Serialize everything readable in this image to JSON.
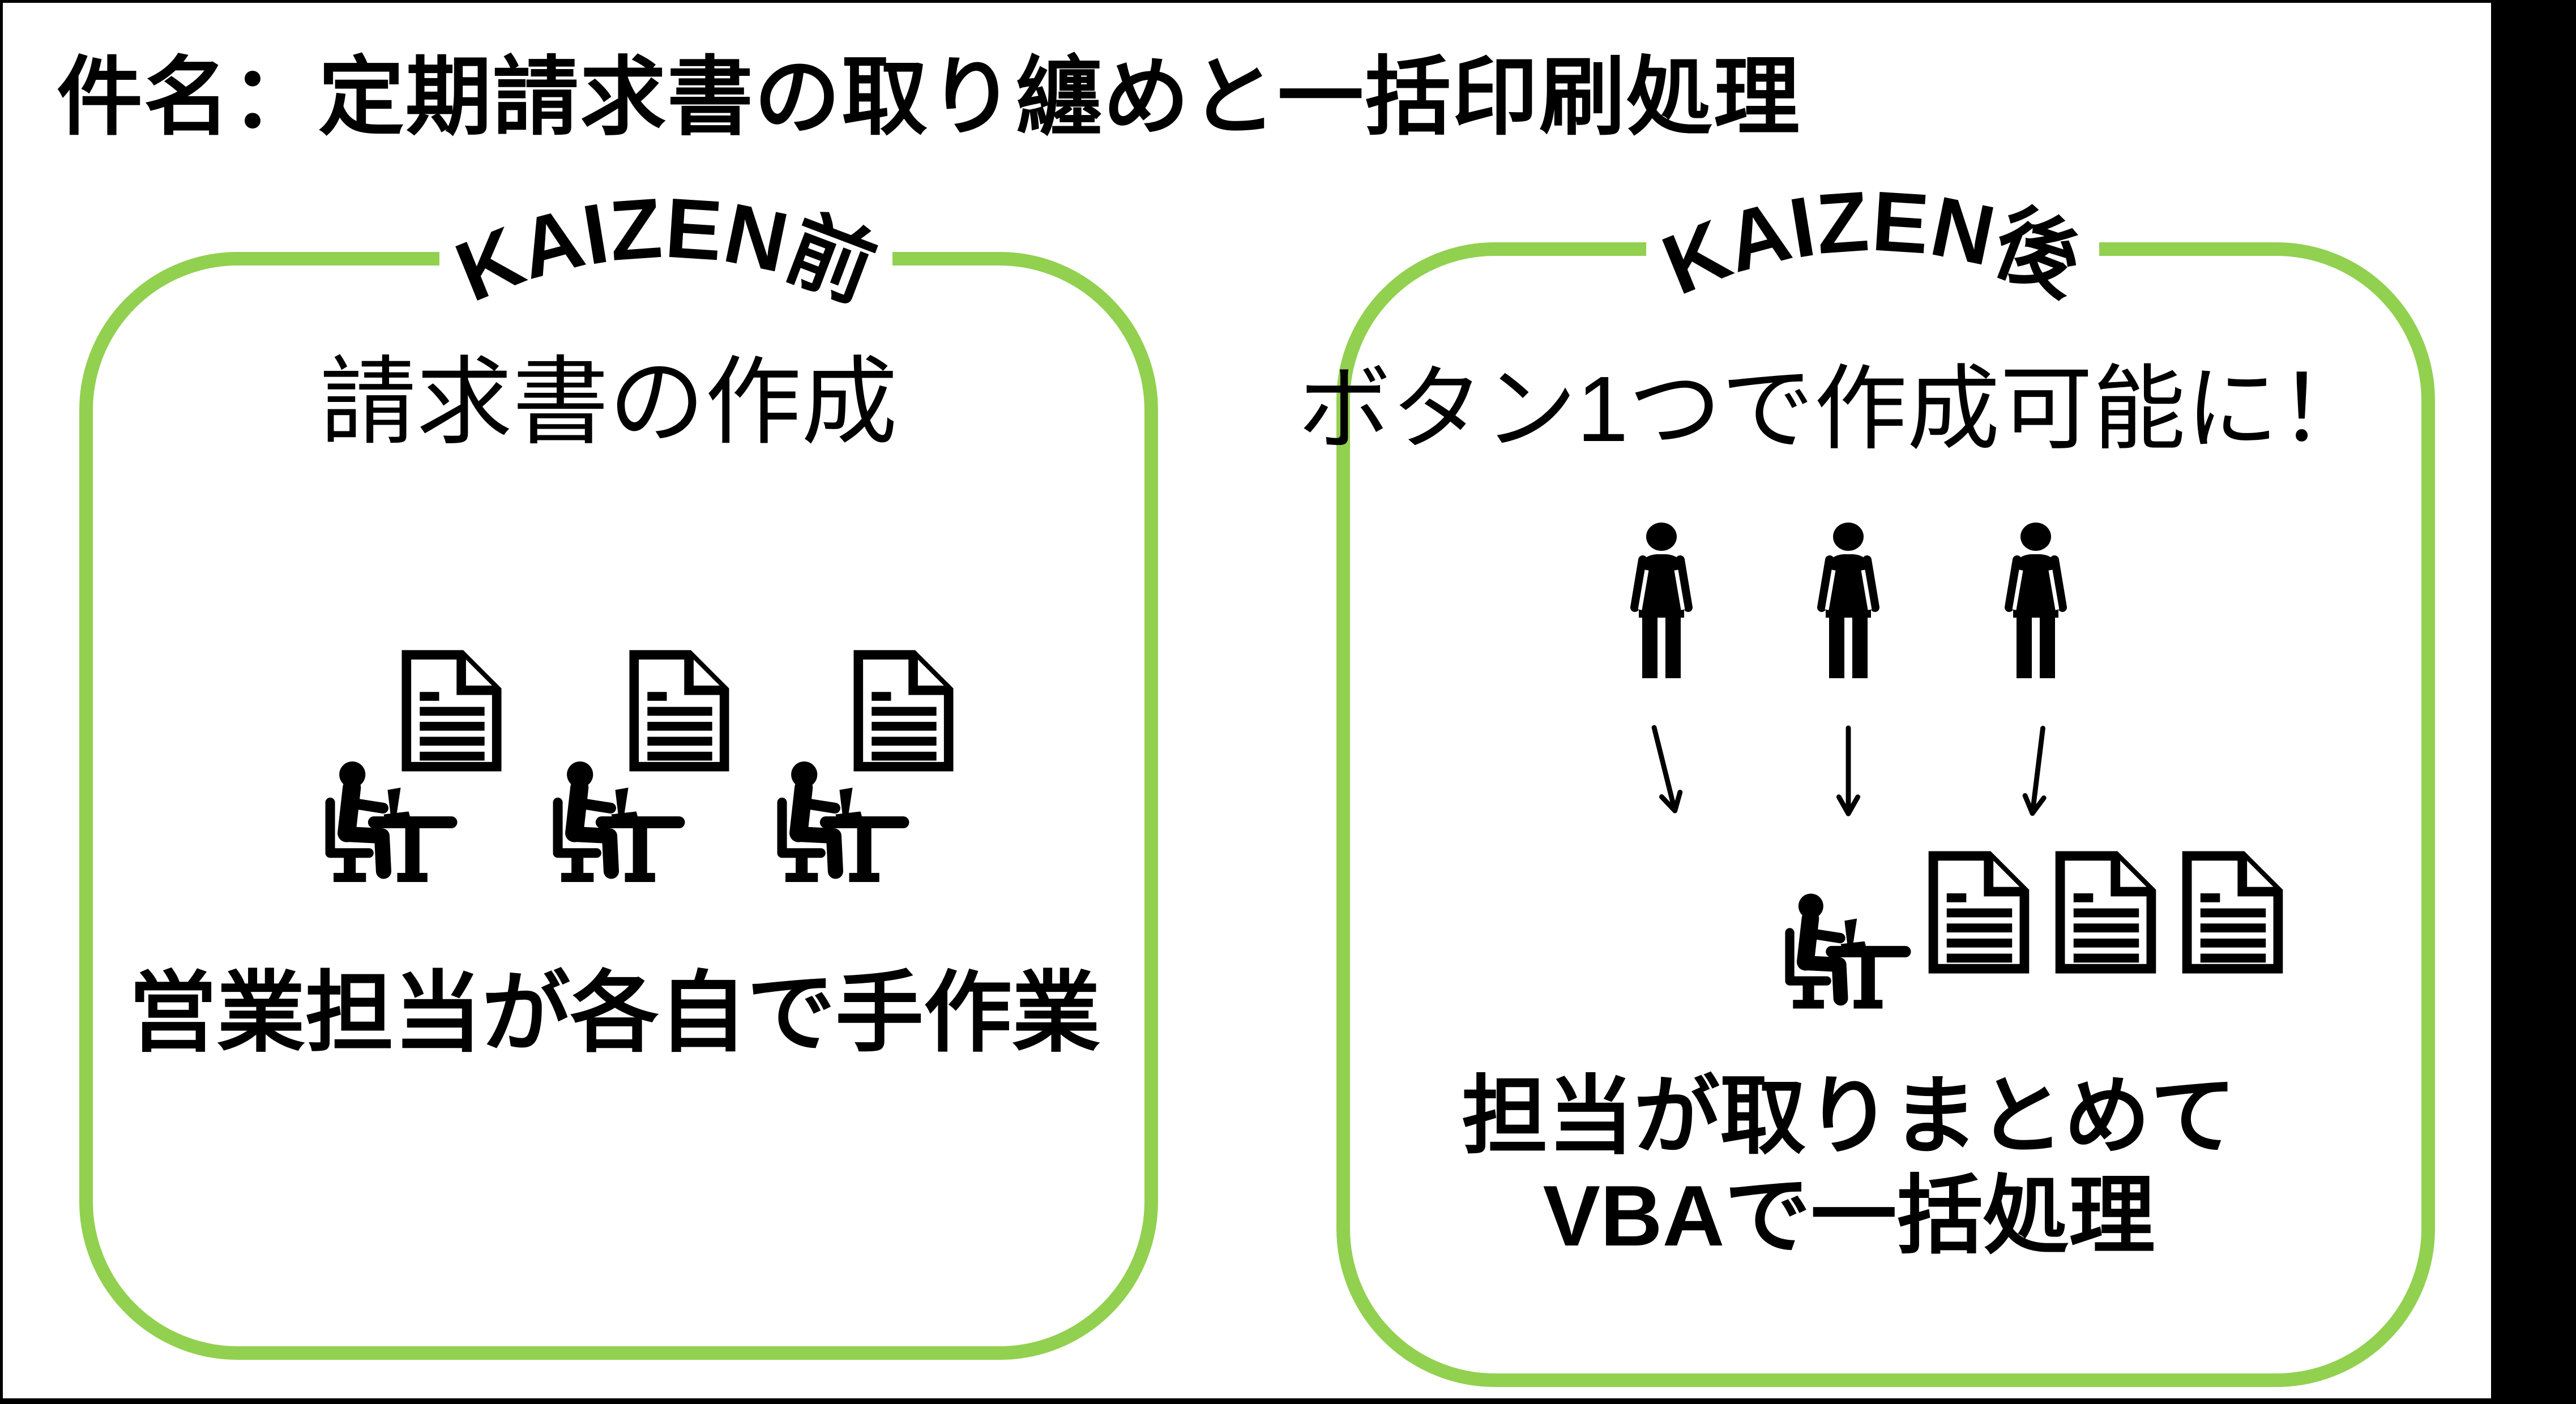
{
  "slide": {
    "title": "件名：定期請求書の取り纏めと一括印刷処理",
    "accent_color": "#92d050",
    "panels": {
      "before": {
        "label": "KAIZEN前",
        "heading": "請求書の作成",
        "caption": "営業担当が各自で手作業",
        "worker_group_count": 3
      },
      "after": {
        "label": "KAIZEN後",
        "heading": "ボタン1つで作成可能に！",
        "caption_line1": "担当が取りまとめて",
        "caption_line2": "VBAで一括処理",
        "standing_person_count": 3,
        "arrow_count": 3,
        "document_count": 3
      }
    },
    "icons": {
      "document": "document-icon",
      "person_at_desk": "person-at-desk-icon",
      "standing_person": "standing-person-icon",
      "down_arrow": "down-arrow-icon"
    }
  }
}
